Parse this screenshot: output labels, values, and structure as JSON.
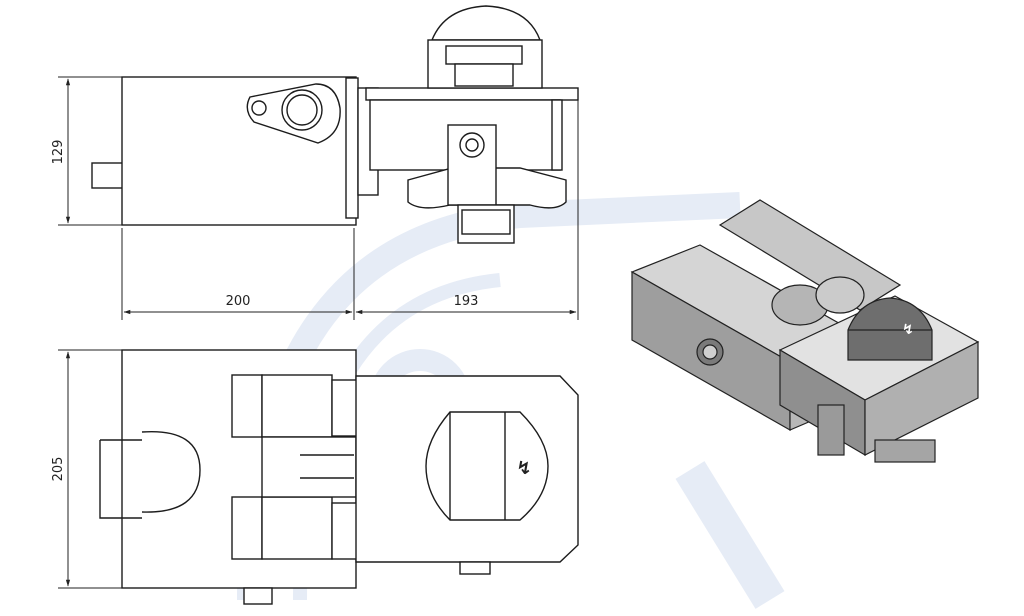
{
  "drawing": {
    "dimensions": {
      "top_height": "129",
      "left_length": "200",
      "right_length": "193",
      "bottom_width": "205"
    },
    "logo_mark": "brand-logo",
    "watermark": "background-watermark"
  }
}
